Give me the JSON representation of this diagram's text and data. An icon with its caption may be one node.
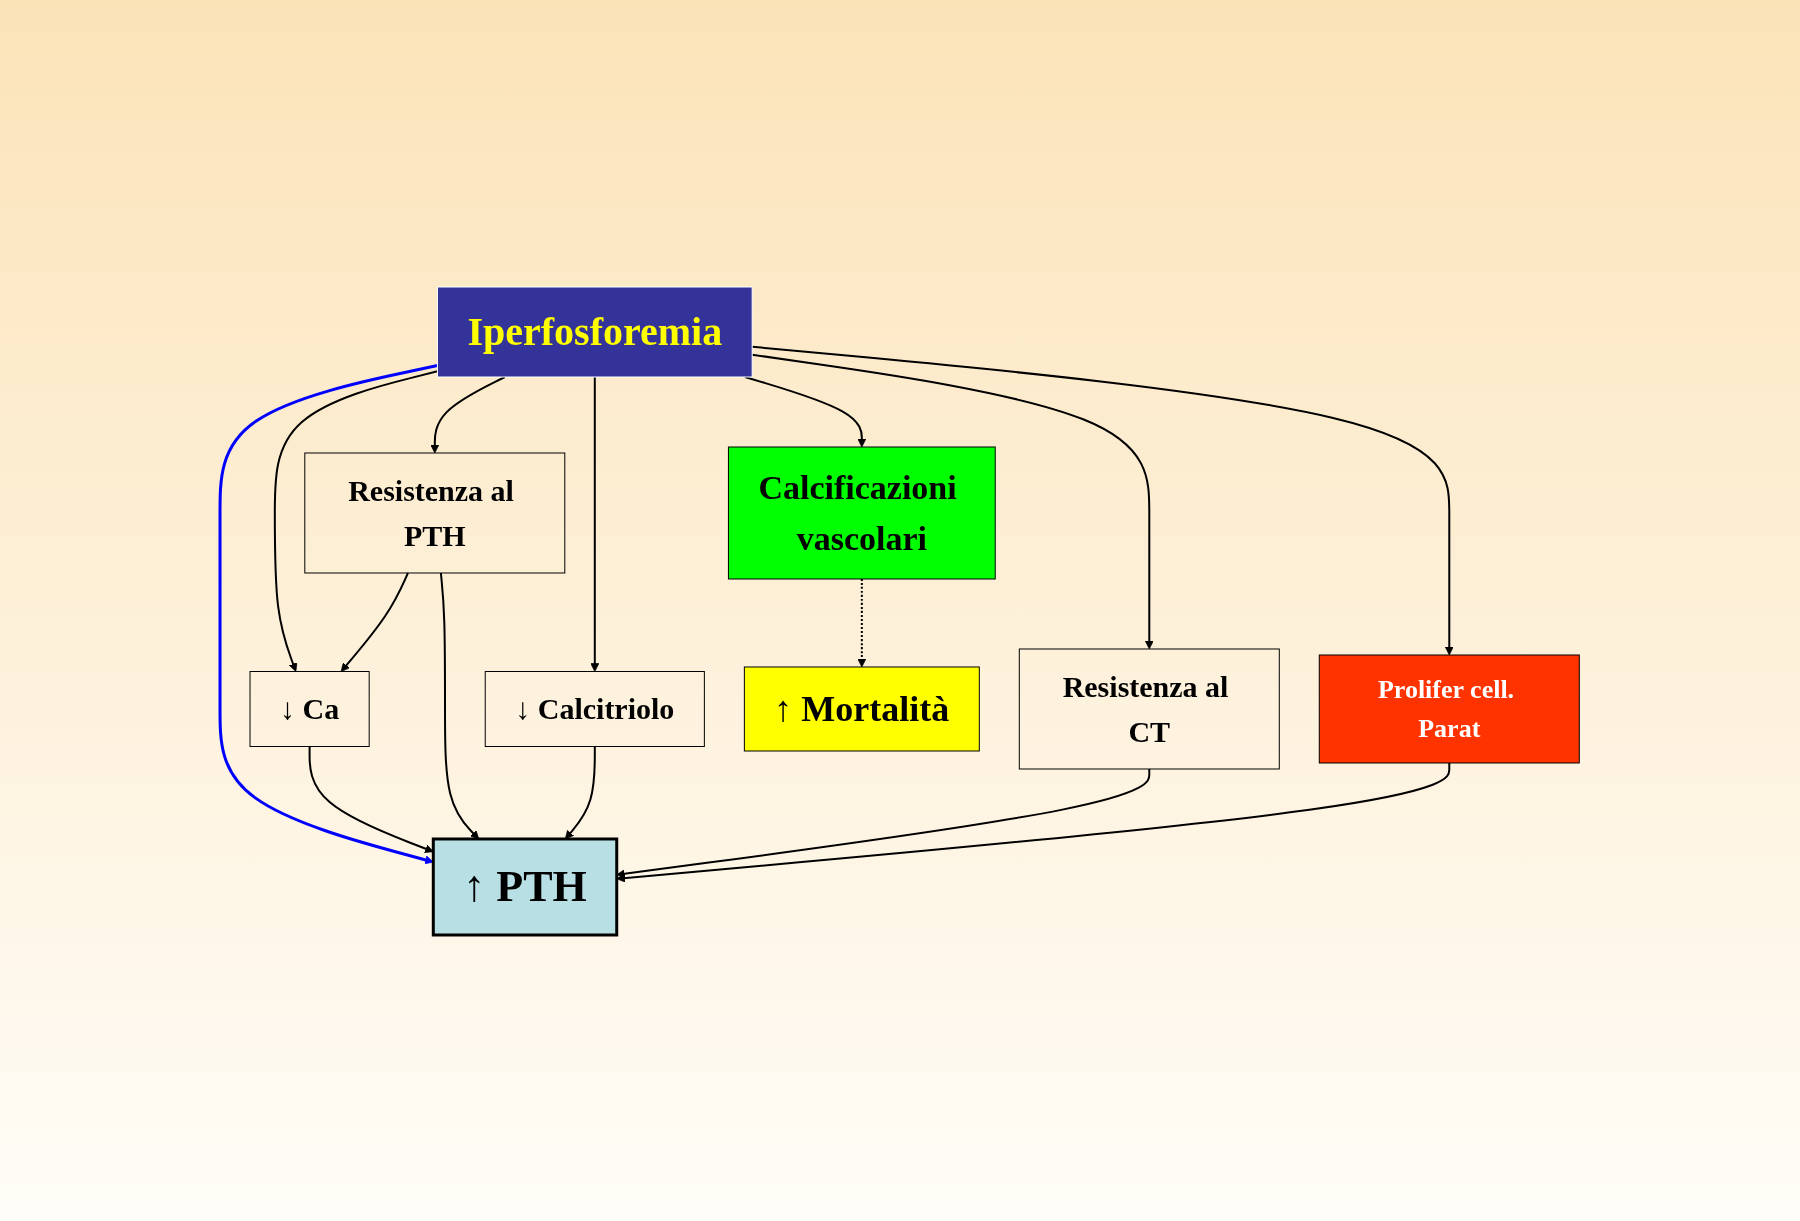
{
  "diagram": {
    "nodes": [
      {
        "text": [
          "Iperfosforemia"
        ]
      },
      {
        "text": [
          "↓ Ca"
        ]
      },
      {
        "text": [
          "Resistenza al PTH"
        ]
      },
      {
        "text": [
          "↓ Calcitriolo"
        ]
      },
      {
        "text": [
          "Resistenza al CT"
        ]
      },
      {
        "text": [
          "Prolifer cell. Parat"
        ]
      },
      {
        "text": [
          "↑ PTH"
        ]
      },
      {
        "text": [
          "↑ Mortalità"
        ]
      },
      {
        "text": [
          "Calcificazioni vascolari"
        ]
      }
    ],
    "edges": [
      {
        "from": 0,
        "to": 1,
        "arrow": "to"
      },
      {
        "from": 0,
        "to": 2,
        "arrow": "to"
      },
      {
        "from": 0,
        "to": 6,
        "arrow": "to",
        "color": "#0000ff"
      },
      {
        "from": 0,
        "to": 3,
        "arrow": "to"
      },
      {
        "from": 0,
        "to": 4,
        "arrow": "to"
      },
      {
        "from": 0,
        "to": 5,
        "arrow": "to"
      },
      {
        "from": 0,
        "to": 8,
        "arrow": "to"
      },
      {
        "from": 2,
        "to": 1,
        "arrow": "to"
      },
      {
        "from": 1,
        "to": 6,
        "arrow": "to"
      },
      {
        "from": 2,
        "to": 6,
        "arrow": "to"
      },
      {
        "from": 3,
        "to": 6,
        "arrow": "to"
      },
      {
        "from": 4,
        "to": 6,
        "arrow": "to"
      },
      {
        "from": 5,
        "to": 6,
        "arrow": "to"
      },
      {
        "from": 8,
        "to": 7,
        "arrow": "to",
        "style": "dashed"
      }
    ]
  }
}
